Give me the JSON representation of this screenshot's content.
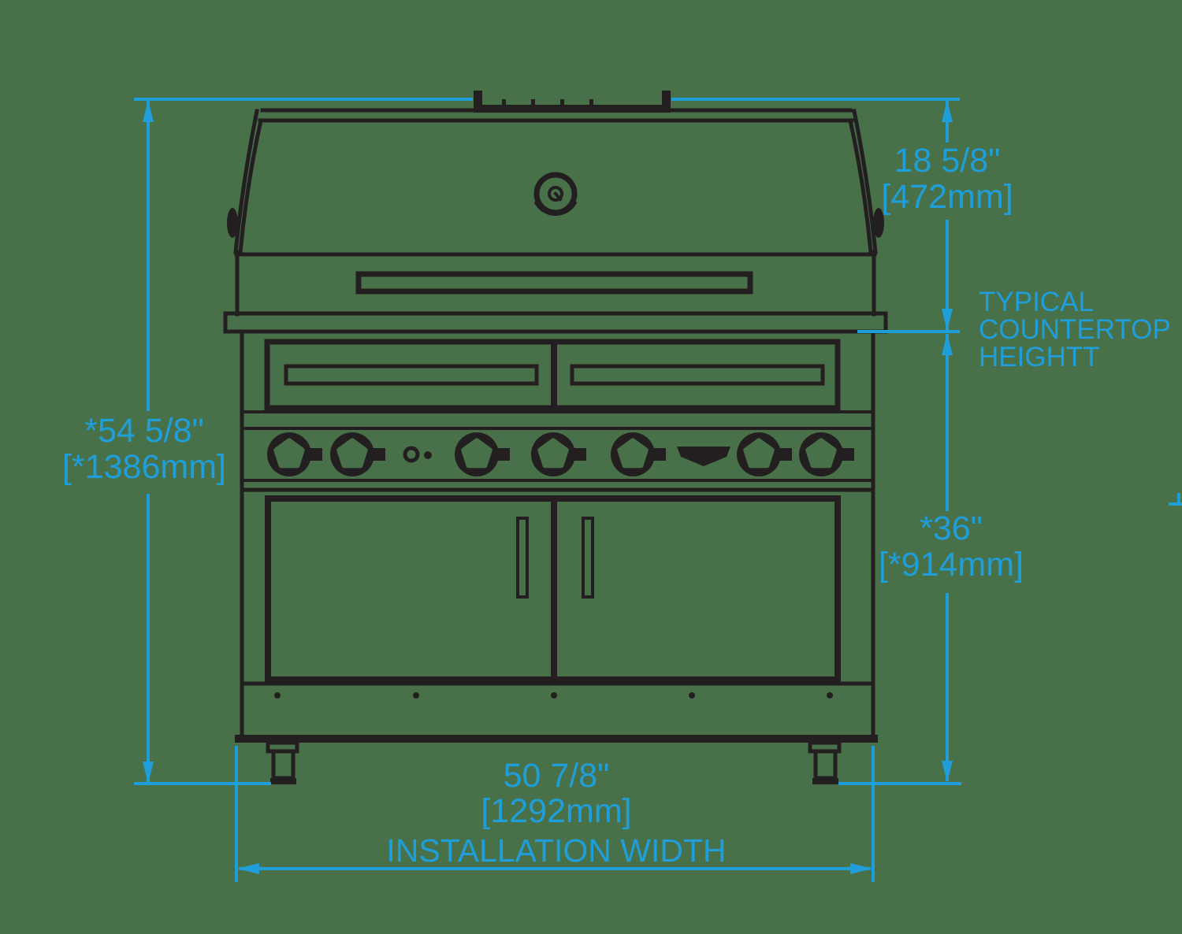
{
  "document": {
    "type": "dimension-diagram",
    "subject": "gas grill front elevation"
  },
  "colors": {
    "background_green": "#487149",
    "dimension_cyan": "#1F9ED9",
    "drawing_black": "#231F20"
  },
  "annotations": {
    "hood_height": {
      "imperial": "18 5/8\"",
      "metric": "[472mm]"
    },
    "countertop_note": {
      "line1": "TYPICAL",
      "line2": "COUNTERTOP",
      "line3": "HEIGHTT"
    },
    "overall_height": {
      "imperial": "*54 5/8\"",
      "metric": "[*1386mm]"
    },
    "base_height": {
      "imperial": "*36\"",
      "metric": "[*914mm]"
    },
    "installation_width": {
      "imperial": "50 7/8\"",
      "metric": "[1292mm]",
      "label": "INSTALLATION WIDTH"
    }
  }
}
